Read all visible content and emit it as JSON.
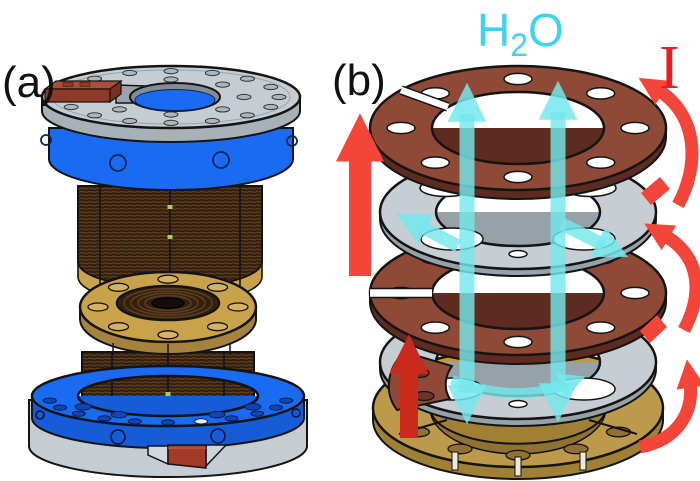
{
  "panels": {
    "a": {
      "label": "(a)"
    },
    "b": {
      "label": "(b)",
      "water_label": {
        "h": "H",
        "sub": "2",
        "o": "O"
      },
      "current_label": "I"
    }
  },
  "icons": {
    "water_flow_arrows": "cyan-arrow",
    "current_flow_arrows": "red-arrow"
  },
  "colors": {
    "background": "#ffffff",
    "outline": "#141414",
    "clamp_plate_gray": "#c6cdd2",
    "flange_blue": "#1a6af2",
    "coil_winding_brown": "#32200f",
    "coil_stripe": "#6a4322",
    "spacer_gold": "#c9a24c",
    "bitter_plate_copper": "#8e4937",
    "insulator_ring_gray": "#c6ced4",
    "base_ring_brass": "#bd9a4b",
    "terminal_block_red": "#a23a27",
    "water_arrow_cyan": "#74e8ec",
    "water_text_cyan": "#3cd3f2",
    "current_arrow_red": "#f4453a",
    "current_arrow_dark_red": "#c92a1e"
  }
}
